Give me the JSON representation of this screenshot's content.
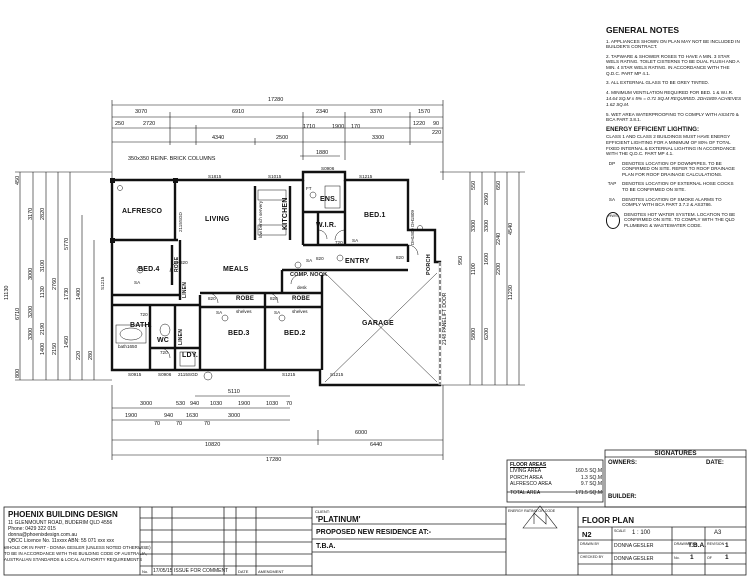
{
  "dims_top": {
    "overall": "17280",
    "row1": [
      "3070",
      "6910",
      "2340",
      "3370",
      "1570"
    ],
    "row2": [
      "250",
      "2720",
      "1220",
      "90"
    ],
    "row3": [
      "4340",
      "2500",
      "1710",
      "1900",
      "3300"
    ],
    "d1880": "1880",
    "v170": "170",
    "v220": "220"
  },
  "dims_bottom": {
    "row1": [
      "5110"
    ],
    "row2": [
      "3000",
      "530",
      "940",
      "1030",
      "1900",
      "1030",
      "70"
    ],
    "row3": [
      "1900",
      "940",
      "1630",
      "3000",
      "6000"
    ],
    "row3b": [
      "70",
      "70",
      "70"
    ],
    "row4": [
      "10820",
      "6440"
    ],
    "overall": "17280"
  },
  "dims_left": {
    "a": [
      "450",
      "3170",
      "2820",
      "3100",
      "1130",
      "3300",
      "1400",
      "2150"
    ],
    "b": [
      "5770",
      "6710",
      "11130",
      "3000",
      "800"
    ],
    "c": [
      "2760",
      "1730",
      "1400",
      "3200",
      "2190",
      "1450",
      "220",
      "280"
    ]
  },
  "dims_right": {
    "a": [
      "3300",
      "1100",
      "950",
      "3300",
      "2060",
      "5800",
      "6200",
      "1600"
    ],
    "b": [
      "11230",
      "2240",
      "4540",
      "2200",
      "650",
      "550"
    ]
  },
  "rooms": {
    "alfresco": "ALFRESCO",
    "living": "LIVING",
    "kitchen": "KITCHEN",
    "ens": "ENS.",
    "wir": "W.I.R.",
    "bed1": "BED.1",
    "bed4": "BED.4",
    "robe_bed4": "ROBE",
    "linen": "LINEN",
    "meals": "MEALS",
    "comp_nook": "COMP. NOOK",
    "entry": "ENTRY",
    "porch": "PORCH",
    "garage": "GARAGE",
    "robe3": "ROBE",
    "robe2": "ROBE",
    "bed3": "BED.3",
    "bed2": "BED.2",
    "bath": "BATH.",
    "wc": "WC",
    "ldy": "LDY.",
    "linen2": "LINEN"
  },
  "annotations": {
    "columns": "350x350 REINF. BRICK COLUMNS",
    "s1815_top": "S1815",
    "s1015": "S1015",
    "s0906": "S0906",
    "s1215_left": "S1215",
    "s0915": "S0915",
    "s0906b": "S0906",
    "s2115sgd": "2115SGD",
    "s1215_bottom": "S1215",
    "panelift": "2148 PANELIFT DOOR",
    "sliding1": "2115SGD",
    "dh": "DH1809 DH1809",
    "desk": "desk",
    "d820a": "820",
    "d820b": "820",
    "d820c": "820",
    "d820d": "820",
    "d820e": "820",
    "d720a": "720",
    "d720b": "720",
    "d720c": "720",
    "sa1": "SA",
    "sa2": "SA",
    "sa3": "SA",
    "sa4": "SA",
    "sa5": "SA",
    "ft": "FT",
    "shelves1": "shelves",
    "shelves2": "shelves",
    "bath_label": "bath1650",
    "low_bench": "low bench servery",
    "s1215_right": "S1215",
    "s1215_top2": "S1215"
  },
  "notes": {
    "title": "GENERAL NOTES",
    "items": [
      "1. APPLIANCES SHOWN ON PLAN MAY NOT BE INCLUDED IN BUILDER'S CONTRACT.",
      "2. TAPWARE & SHOWER ROSES TO HAVE A MIN. 3 STAR WELS RATING. TOILET CISTERNS TO BE DUAL FLUSH AND A MIN. 4 STAR WELS RATING. IN ACCORDANCE WITH THE Q.D.C. PART MP 4.1.",
      "3. ALL EXTERNAL GLASS TO BE GREY TINTED.",
      "4. MINIMUM VENTILATION REQUIRED FOR BED. 1 & W.I.R.",
      "14.64 SQ.M x 5% = 0.71 SQ.M REQUIRED. 2DH1809 ACHIEVES 1.62 SQ.M.",
      "5. WET AREA WATERPROOFING TO COMPLY WITH AS3470 & BCA PART 3.8.1."
    ],
    "energy_title": "ENERGY EFFICIENT LIGHTING:",
    "energy_text": "CLASS 1 AND CLASS 2 BUILDINGS MUST HAVE ENERGY EFFICIENT LIGHTING FOR A MINIMUM OF 80% OF TOTAL FIXED INTERNAL & EXTERNAL LIGHTING IN ACCORDANCE WITH THE Q.D.C. PART MP 4.1.",
    "legend": [
      {
        "sym": "DP",
        "text": "DENOTES LOCATION OF DOWNPIPES. TO BE CONFIRMED ON SITE. REFER TO ROOF DRAINAGE PLAN FOR ROOF DRAINAGE CALCULATIONS."
      },
      {
        "sym": "TAP",
        "text": "DENOTES LOCATION OF EXTERNAL HOSE COCKS TO BE CONFIRMED ON SITE."
      },
      {
        "sym": "SA",
        "text": "DENOTES LOCATION OF SMOKE ALARMS TO COMPLY WITH BCA PART 3.7.2 & AS3786."
      },
      {
        "sym": "HWS",
        "text": "DENOTES HOT WATER SYSTEM. LOCATION TO BE CONFIRMED ON SITE. TO COMPLY WITH THE QLD PLUMBING & WASTEWATER CODE."
      }
    ]
  },
  "floor_areas": {
    "title": "FLOOR AREAS",
    "rows": [
      {
        "label": "LIVING AREA",
        "value": "160.5 SQ.M"
      },
      {
        "label": "PORCH AREA",
        "value": "1.3 SQ.M"
      },
      {
        "label": "ALFRESCO AREA",
        "value": "9.7 SQ.M"
      }
    ],
    "total_label": "TOTAL AREA",
    "total_value": "171.5 SQ.M"
  },
  "signatures": {
    "title": "SIGNATURES",
    "owners": "OWNERS:",
    "date": "DATE:",
    "builder": "BUILDER:"
  },
  "title_block": {
    "company": "PHOENIX BUILDING DESIGN",
    "address": "11 GLENMOUNT ROAD, BUDERIM QLD 4556",
    "phone": "Phone: 0429 322 015",
    "email": "donna@phoenixdesign.com.au",
    "licence": "QBCC Licence No. 11xxxx  ABN: 55 071 xxx xxx",
    "whole": "WHOLE OR IN PART - DONNA GESLER (UNLESS NOTED OTHERWISE)",
    "accordance": "TO BE IN ACCORDANCE WITH THE BUILDING CODE OF AUSTRALIA,",
    "standards": "AUSTRALIAN STANDARDS & LOCAL AUTHORITY REQUIREMENTS",
    "client_label": "CLIENT:",
    "client": "'PLATINUM'",
    "proposed": "PROPOSED NEW RESIDENCE AT:-",
    "site": "T.B.A.",
    "energy_rating": "ENERGY RATING OR CODE",
    "sheet_title": "FLOOR PLAN",
    "job": "N2",
    "scale_label": "SCALE",
    "scale": "1 : 100",
    "size": "A3",
    "drawn_label": "DRAWN BY",
    "drawn": "DONNA GESLER",
    "checked_label": "CHECKED BY",
    "checked": "DONNA GESLER",
    "drawing_label": "DRAWING No.",
    "drawing": "T.B.A.",
    "rev_label": "REVISION",
    "rev": "1",
    "no_label": "No.",
    "of_label": "OF",
    "sheet_no": "1",
    "sheet_of": "1",
    "rev_date": "17/05/15",
    "rev_text": "ISSUE FOR COMMENT",
    "rev_hdr_no": "No.",
    "rev_hdr_date": "DATE",
    "rev_hdr_amend": "AMENDMENT"
  }
}
